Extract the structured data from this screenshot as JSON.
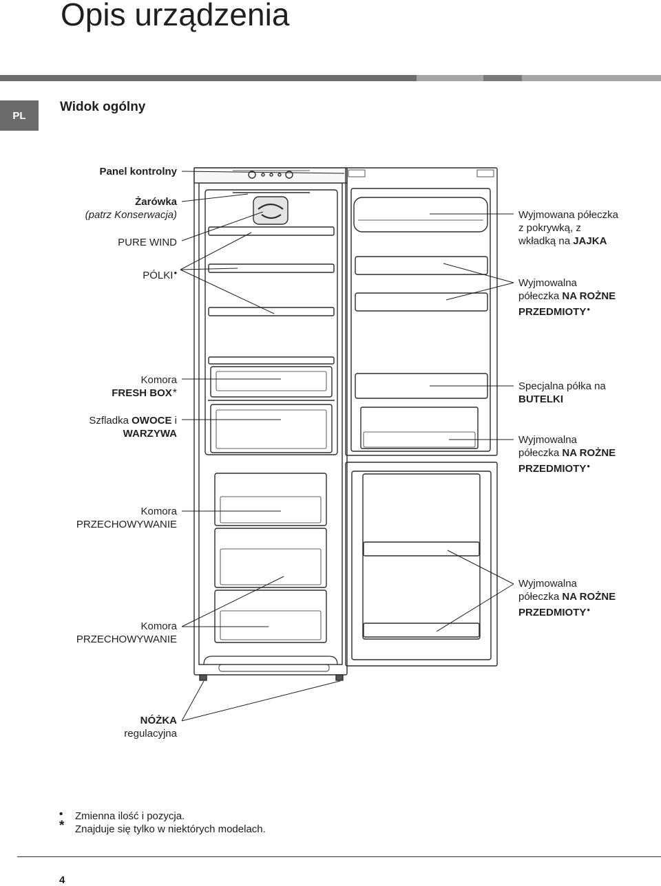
{
  "header": {
    "title": "Opis urządzenia",
    "lang": "PL",
    "subtitle": "Widok ogólny",
    "bar_colors": [
      "#6d6d6d",
      "#a5a5a5",
      "#7a7a7a",
      "#a5a5a5"
    ]
  },
  "labels": {
    "control_panel": "Panel kontrolny",
    "bulb": "Żarówka",
    "bulb_note": "(patrz Konserwacja)",
    "pure_wind": "PURE WIND",
    "shelves": "PÓLKI",
    "fresh_box_a": "Komora",
    "fresh_box_b": "FRESH BOX",
    "drawer_a": "Szfladka",
    "drawer_b": "OWOCE",
    "drawer_c": "i",
    "drawer_d": "WARZYWA",
    "storage1_a": "Komora",
    "storage1_b": "PRZECHOWYWANIE",
    "storage2_a": "Komora",
    "storage2_b": "PRZECHOWYWANIE",
    "foot_a": "NÓŻKA",
    "foot_b": "regulacyjna",
    "egg_a": "Wyjmowana półeczka",
    "egg_b": "z pokrywką, z",
    "egg_c": "wkładką na",
    "egg_d": "JAJKA",
    "misc1_a": "Wyjmowalna",
    "misc1_b": "półeczka",
    "misc1_c": "NA ROŻNE",
    "misc1_d": "PRZEDMIOTY",
    "bottle_a": "Specjalna półka na",
    "bottle_b": "BUTELKI",
    "misc2_a": "Wyjmowalna",
    "misc2_b": "półeczka",
    "misc2_c": "NA ROŻNE",
    "misc2_d": "PRZEDMIOTY",
    "misc3_a": "Wyjmowalna",
    "misc3_b": "półeczka",
    "misc3_c": "NA ROŻNE",
    "misc3_d": "PRZEDMIOTY"
  },
  "symbols": {
    "dot": "•",
    "asterisk": "*"
  },
  "notes": {
    "variable": "Zmienna ilość i pozycja.",
    "some_models": "Znajduje się tylko w niektórych modelach."
  },
  "page_number": "4"
}
